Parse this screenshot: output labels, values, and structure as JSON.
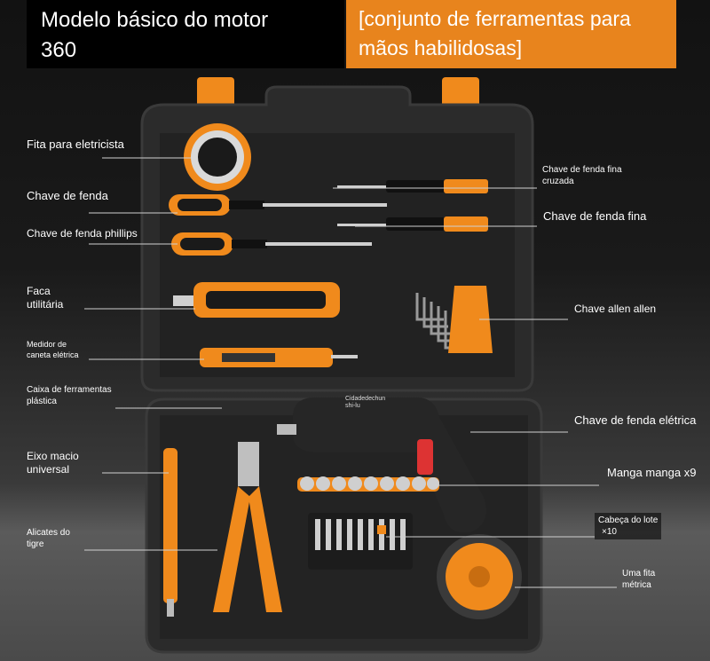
{
  "header": {
    "title_left_line1": "Modelo básico do motor",
    "title_left_line2": "360",
    "title_right_line1": "[conjunto de ferramentas para",
    "title_right_line2": "mãos habilidosas]"
  },
  "labels": {
    "electrical_tape": "Fita para eletricista",
    "screwdriver": "Chave de fenda",
    "phillips_screwdriver": "Chave de fenda phillips",
    "utility_knife_line1": "Faca",
    "utility_knife_line2": "utilitária",
    "pen_meter_line1": "Medidor de",
    "pen_meter_line2": "caneta elétrica",
    "plastic_toolbox_line1": "Caixa de ferramentas",
    "plastic_toolbox_line2": "plástica",
    "universal_shaft_line1": "Eixo macio",
    "universal_shaft_line2": "universal",
    "tiger_pliers_line1": "Alicates do",
    "tiger_pliers_line2": "tigre",
    "fine_cross_screwdriver_line1": "Chave de fenda fina",
    "fine_cross_screwdriver_line2": "cruzada",
    "fine_screwdriver": "Chave de fenda fina",
    "allen_key": "Chave allen allen",
    "electric_screwdriver": "Chave de fenda elétrica",
    "sleeves": "Manga manga x9",
    "bit_head_line1": "Cabeça do lote",
    "bit_head_line2": "×10",
    "tape_measure_line1": "Uma fita",
    "tape_measure_line2": "métrica",
    "watermark_line1": "Cidadedechun",
    "watermark_line2": "shi-lu"
  },
  "colors": {
    "accent_orange": "#f08a1c",
    "case_black": "#2a2a2a",
    "header_black": "#000000",
    "header_orange": "#e8841d"
  }
}
